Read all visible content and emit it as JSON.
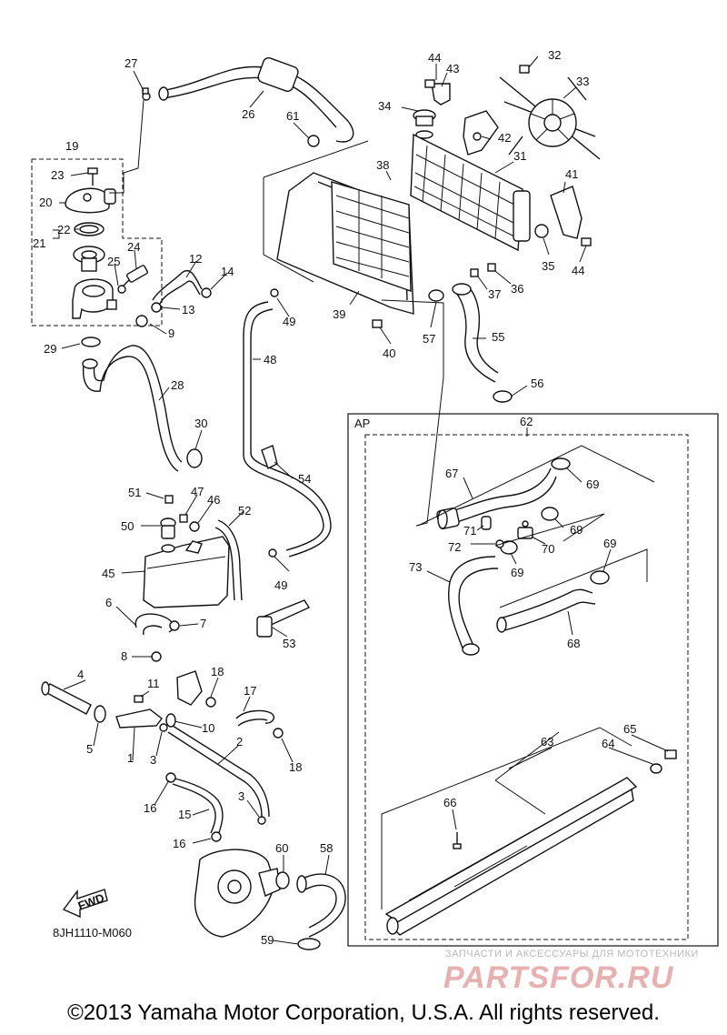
{
  "diagram": {
    "drawing_code": "8JH1110-M060",
    "fwd_label": "FWD",
    "ap_label": "AP",
    "parts": [
      {
        "id": "p1",
        "label": "1"
      },
      {
        "id": "p2",
        "label": "2"
      },
      {
        "id": "p3a",
        "label": "3"
      },
      {
        "id": "p3b",
        "label": "3"
      },
      {
        "id": "p4",
        "label": "4"
      },
      {
        "id": "p5",
        "label": "5"
      },
      {
        "id": "p6",
        "label": "6"
      },
      {
        "id": "p7",
        "label": "7"
      },
      {
        "id": "p8",
        "label": "8"
      },
      {
        "id": "p9",
        "label": "9"
      },
      {
        "id": "p10",
        "label": "10"
      },
      {
        "id": "p11",
        "label": "11"
      },
      {
        "id": "p12",
        "label": "12"
      },
      {
        "id": "p13",
        "label": "13"
      },
      {
        "id": "p14",
        "label": "14"
      },
      {
        "id": "p15",
        "label": "15"
      },
      {
        "id": "p16a",
        "label": "16"
      },
      {
        "id": "p16b",
        "label": "16"
      },
      {
        "id": "p17",
        "label": "17"
      },
      {
        "id": "p18a",
        "label": "18"
      },
      {
        "id": "p18b",
        "label": "18"
      },
      {
        "id": "p19",
        "label": "19"
      },
      {
        "id": "p20",
        "label": "20"
      },
      {
        "id": "p21",
        "label": "21"
      },
      {
        "id": "p22",
        "label": "22"
      },
      {
        "id": "p23",
        "label": "23"
      },
      {
        "id": "p24",
        "label": "24"
      },
      {
        "id": "p25",
        "label": "25"
      },
      {
        "id": "p26",
        "label": "26"
      },
      {
        "id": "p27",
        "label": "27"
      },
      {
        "id": "p28",
        "label": "28"
      },
      {
        "id": "p29",
        "label": "29"
      },
      {
        "id": "p30",
        "label": "30"
      },
      {
        "id": "p31",
        "label": "31"
      },
      {
        "id": "p32",
        "label": "32"
      },
      {
        "id": "p33",
        "label": "33"
      },
      {
        "id": "p34",
        "label": "34"
      },
      {
        "id": "p35",
        "label": "35"
      },
      {
        "id": "p36",
        "label": "36"
      },
      {
        "id": "p37",
        "label": "37"
      },
      {
        "id": "p38",
        "label": "38"
      },
      {
        "id": "p39",
        "label": "39"
      },
      {
        "id": "p40",
        "label": "40"
      },
      {
        "id": "p41",
        "label": "41"
      },
      {
        "id": "p42",
        "label": "42"
      },
      {
        "id": "p43",
        "label": "43"
      },
      {
        "id": "p44a",
        "label": "44"
      },
      {
        "id": "p44b",
        "label": "44"
      },
      {
        "id": "p45",
        "label": "45"
      },
      {
        "id": "p46",
        "label": "46"
      },
      {
        "id": "p47",
        "label": "47"
      },
      {
        "id": "p48",
        "label": "48"
      },
      {
        "id": "p49a",
        "label": "49"
      },
      {
        "id": "p49b",
        "label": "49"
      },
      {
        "id": "p50",
        "label": "50"
      },
      {
        "id": "p51",
        "label": "51"
      },
      {
        "id": "p52",
        "label": "52"
      },
      {
        "id": "p53",
        "label": "53"
      },
      {
        "id": "p54",
        "label": "54"
      },
      {
        "id": "p55",
        "label": "55"
      },
      {
        "id": "p56",
        "label": "56"
      },
      {
        "id": "p57",
        "label": "57"
      },
      {
        "id": "p58",
        "label": "58"
      },
      {
        "id": "p59",
        "label": "59"
      },
      {
        "id": "p60",
        "label": "60"
      },
      {
        "id": "p61",
        "label": "61"
      },
      {
        "id": "p62",
        "label": "62"
      },
      {
        "id": "p63",
        "label": "63"
      },
      {
        "id": "p64",
        "label": "64"
      },
      {
        "id": "p65",
        "label": "65"
      },
      {
        "id": "p66",
        "label": "66"
      },
      {
        "id": "p67",
        "label": "67"
      },
      {
        "id": "p68",
        "label": "68"
      },
      {
        "id": "p69a",
        "label": "69"
      },
      {
        "id": "p69b",
        "label": "69"
      },
      {
        "id": "p69c",
        "label": "69"
      },
      {
        "id": "p69d",
        "label": "69"
      },
      {
        "id": "p70",
        "label": "70"
      },
      {
        "id": "p71",
        "label": "71"
      },
      {
        "id": "p72",
        "label": "72"
      },
      {
        "id": "p73",
        "label": "73"
      }
    ]
  },
  "footer": {
    "copyright": "©2013 Yamaha Motor Corporation, U.S.A. All rights reserved."
  },
  "watermark": {
    "caption": "ЗАПЧАСТИ И АКСЕССУАРЫ ДЛЯ МОТОТЕХНИКИ",
    "logo": "PARTSFOR.RU"
  }
}
